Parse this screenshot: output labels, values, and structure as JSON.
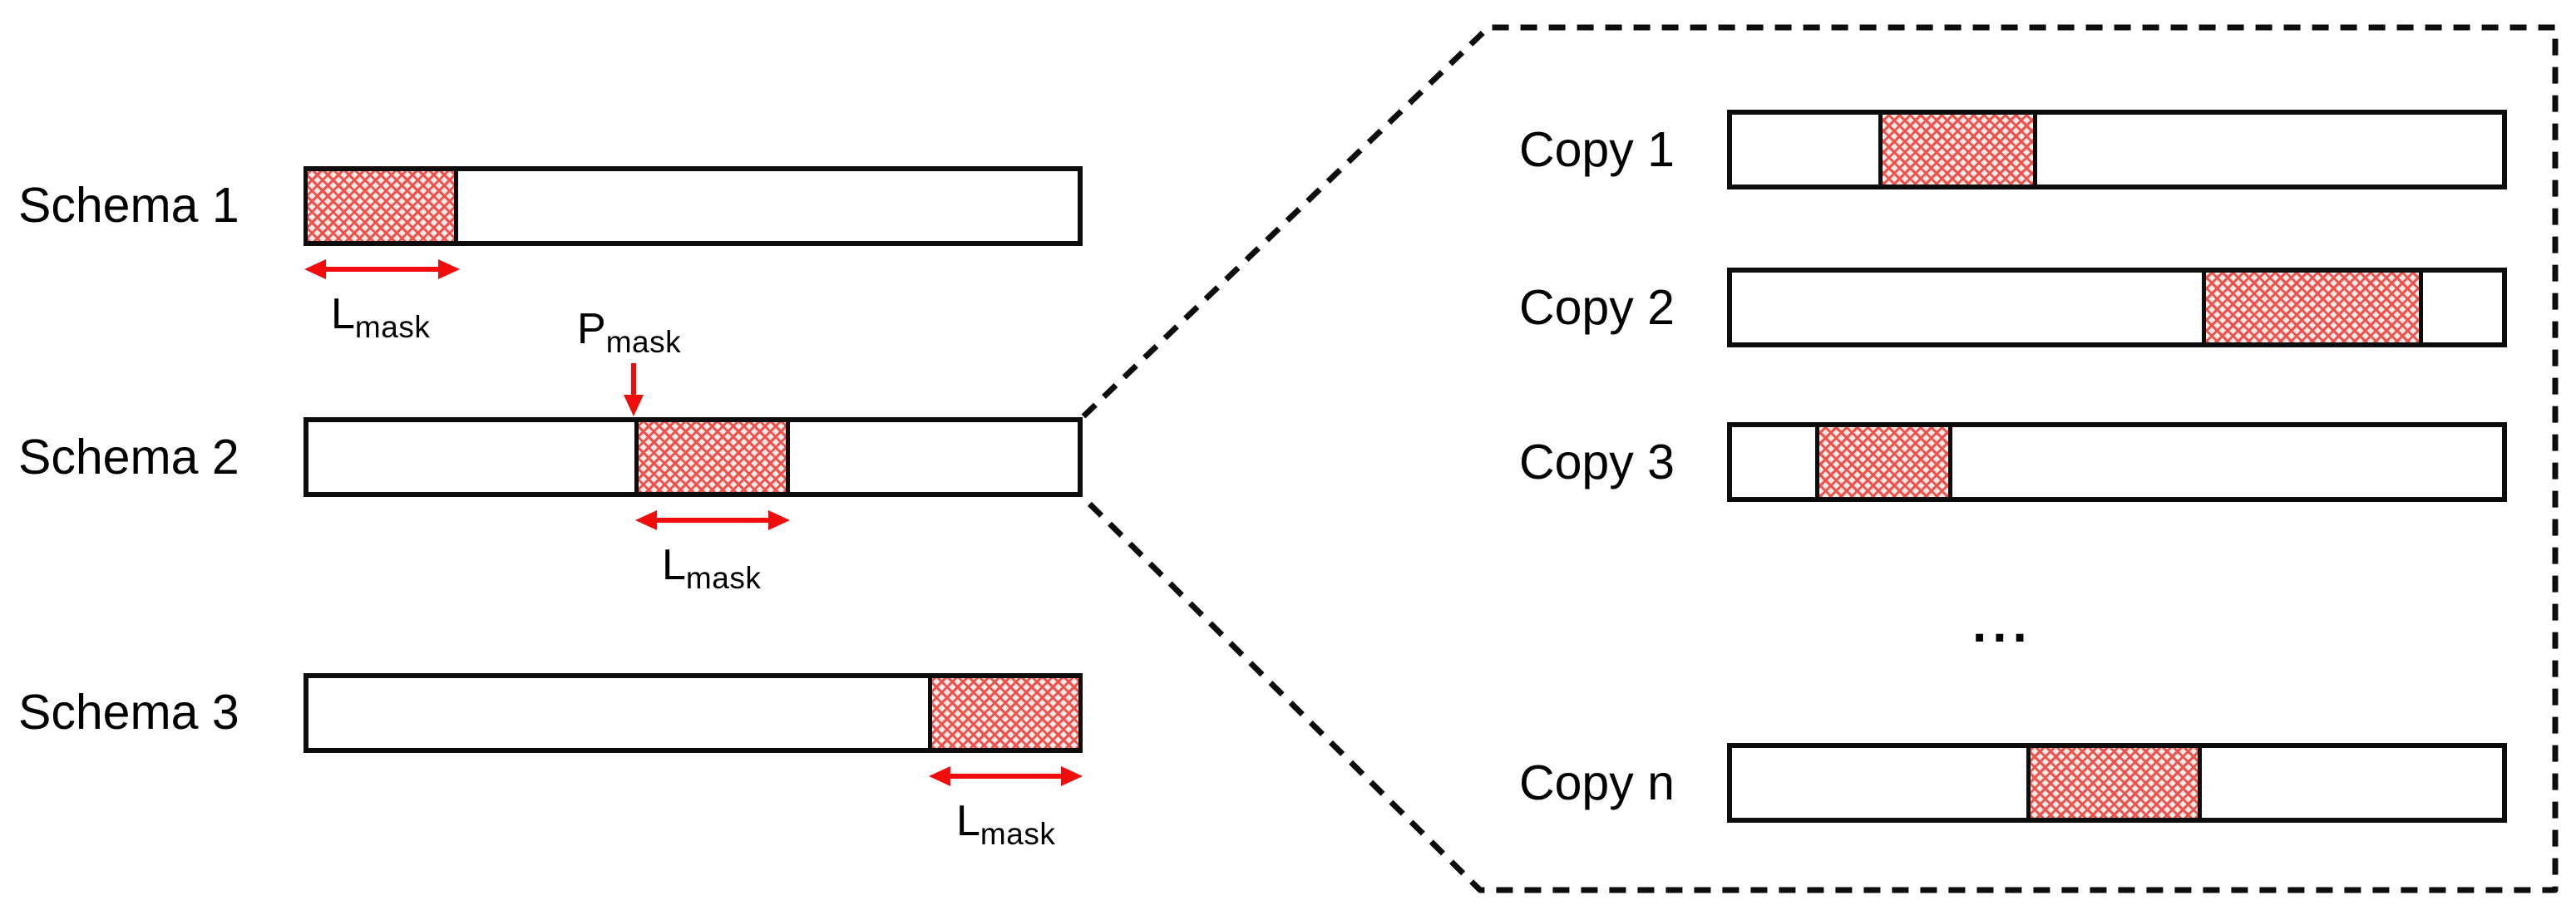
{
  "figure": {
    "left_panel": {
      "rows": [
        {
          "label": "Schema 1",
          "length_label": {
            "main": "L",
            "sub": "mask"
          }
        },
        {
          "label": "Schema 2",
          "length_label": {
            "main": "L",
            "sub": "mask"
          }
        },
        {
          "label": "Schema 3",
          "length_label": {
            "main": "L",
            "sub": "mask"
          }
        }
      ],
      "position_label": {
        "main": "P",
        "sub": "mask"
      }
    },
    "right_panel": {
      "rows": [
        {
          "label": "Copy 1"
        },
        {
          "label": "Copy 2"
        },
        {
          "label": "Copy 3"
        },
        {
          "label": "Copy n"
        }
      ],
      "ellipsis": "..."
    }
  },
  "colors": {
    "red": "#f20d0d",
    "line": "#0d0d0d",
    "hatch_line": "#f0524b",
    "hatch_bg": "#fdeae8"
  }
}
